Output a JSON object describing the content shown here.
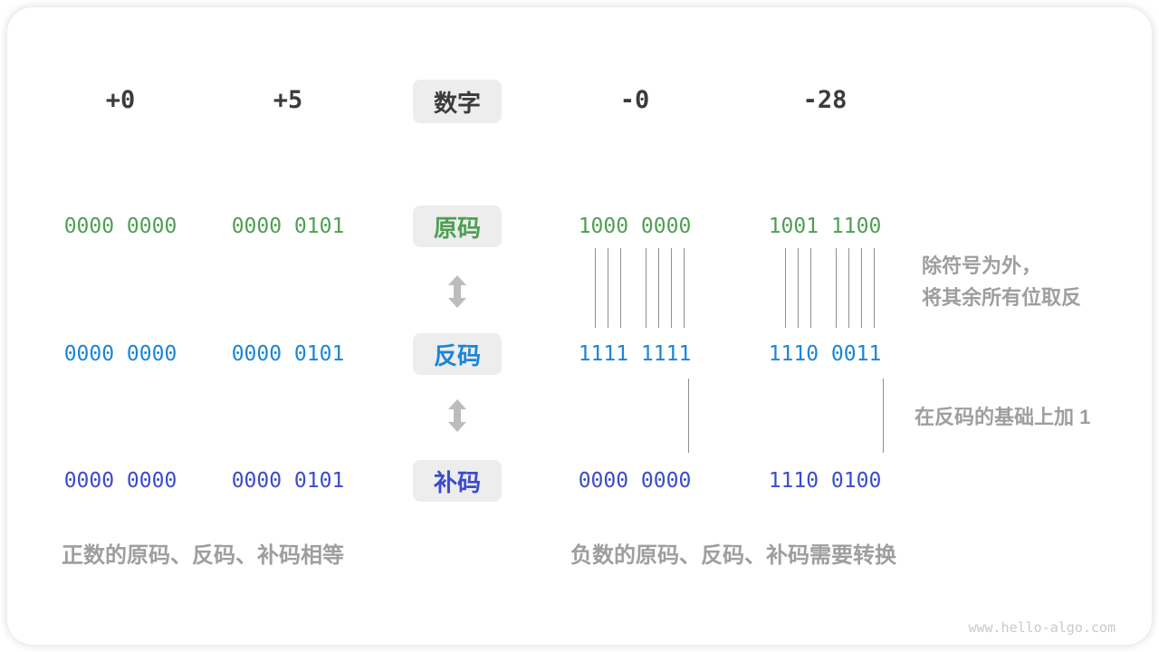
{
  "colors": {
    "green": "#4f9e53",
    "blue": "#1b85d6",
    "indigo": "#3a4ccc",
    "dark": "#3b3b3b",
    "label_bg": "#ededed",
    "note_gray": "#9e9e9e",
    "line_gray": "#8f8f8f",
    "arrow_gray": "#bcbcbc",
    "footer_gray": "#c9c9c9"
  },
  "header": {
    "label": "数字",
    "columns": [
      "+0",
      "+5",
      "-0",
      "-28"
    ]
  },
  "rows": [
    {
      "id": "sign-magnitude",
      "label": "原码",
      "values": [
        "0000 0000",
        "0000 0101",
        "1000 0000",
        "1001 1100"
      ]
    },
    {
      "id": "ones-complement",
      "label": "反码",
      "values": [
        "0000 0000",
        "0000 0101",
        "1111 1111",
        "1110 0011"
      ]
    },
    {
      "id": "twos-complement",
      "label": "补码",
      "values": [
        "0000 0000",
        "0000 0101",
        "0000 0000",
        "1110 0100"
      ]
    }
  ],
  "annotations": {
    "flip_line1": "除符号为外，",
    "flip_line2": "将其余所有位取反",
    "add_one": "在反码的基础上加 1",
    "positive_note": "正数的原码、反码、补码相等",
    "negative_note": "负数的原码、反码、补码需要转换"
  },
  "footer": {
    "url": "www.hello-algo.com"
  }
}
